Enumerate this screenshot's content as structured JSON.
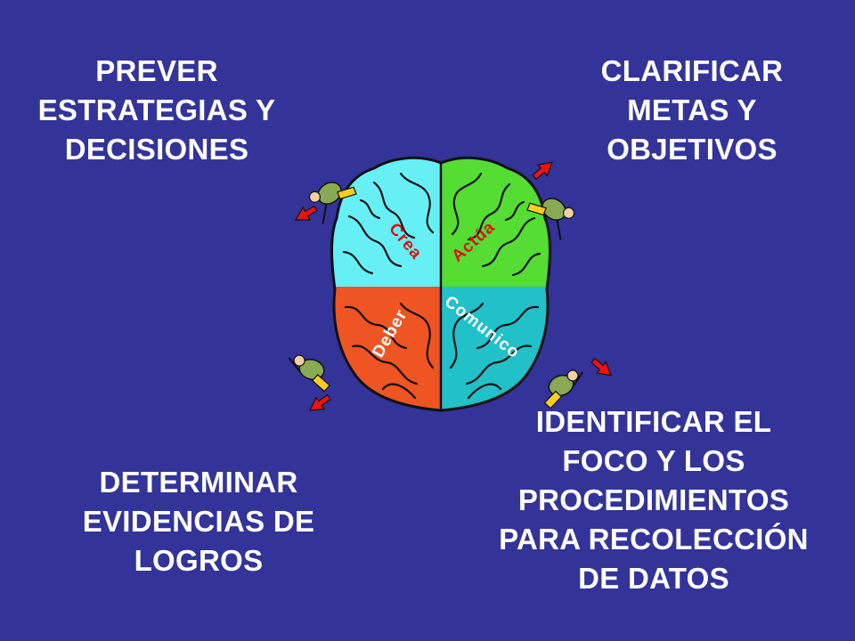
{
  "labels": {
    "top_left": "PREVER\nESTRATEGIAS Y\nDECISIONES",
    "top_right": "CLARIFICAR\nMETAS Y\nOBJETIVOS",
    "bottom_left": "DETERMINAR\nEVIDENCIAS DE\nLOGROS",
    "bottom_right": "IDENTIFICAR EL\nFOCO Y LOS\nPROCEDIMIENTOS\nPARA RECOLECCIÓN\nDE DATOS"
  },
  "brain": {
    "quadrants": [
      {
        "id": "top-left",
        "text": "Crea",
        "fill": "#66f0f5",
        "text_color": "#dd1111"
      },
      {
        "id": "top-right",
        "text": "Actúa",
        "fill": "#55dd33",
        "text_color": "#dd1111"
      },
      {
        "id": "bottom-left",
        "text": "Deber",
        "fill": "#ee5522",
        "text_color": "#ffffff"
      },
      {
        "id": "bottom-right",
        "text": "Comunico",
        "fill": "#22c0c8",
        "text_color": "#ffffff"
      }
    ]
  },
  "colors": {
    "background": "#333399",
    "arrow": "#ee1111",
    "figure_shirt": "#88aa55",
    "figure_pants": "#ffcc22"
  }
}
